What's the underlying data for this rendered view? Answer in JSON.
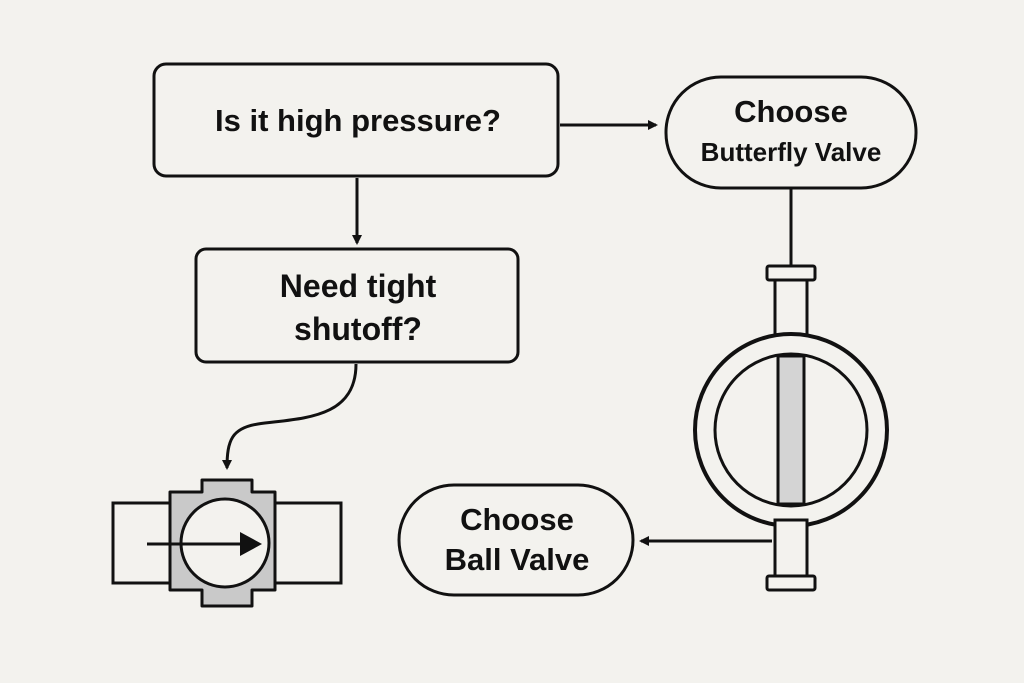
{
  "colors": {
    "background": "#f3f2ee",
    "stroke": "#111111",
    "box_fill": "#f3f2ee",
    "valve_body_grey": "#c9c9c9",
    "disc_grey": "#d4d4d4"
  },
  "nodes": {
    "question_pressure": {
      "line1": "Is it high pressure?"
    },
    "question_shutoff": {
      "line1": "Need tight",
      "line2": "shutoff?"
    },
    "choose_butterfly": {
      "line1": "Choose",
      "line2": "Butterfly Valve"
    },
    "choose_ball": {
      "line1": "Choose",
      "line2": "Ball Valve"
    }
  },
  "icons": {
    "ball_valve": "ball-valve-icon",
    "butterfly_valve": "butterfly-valve-icon"
  }
}
